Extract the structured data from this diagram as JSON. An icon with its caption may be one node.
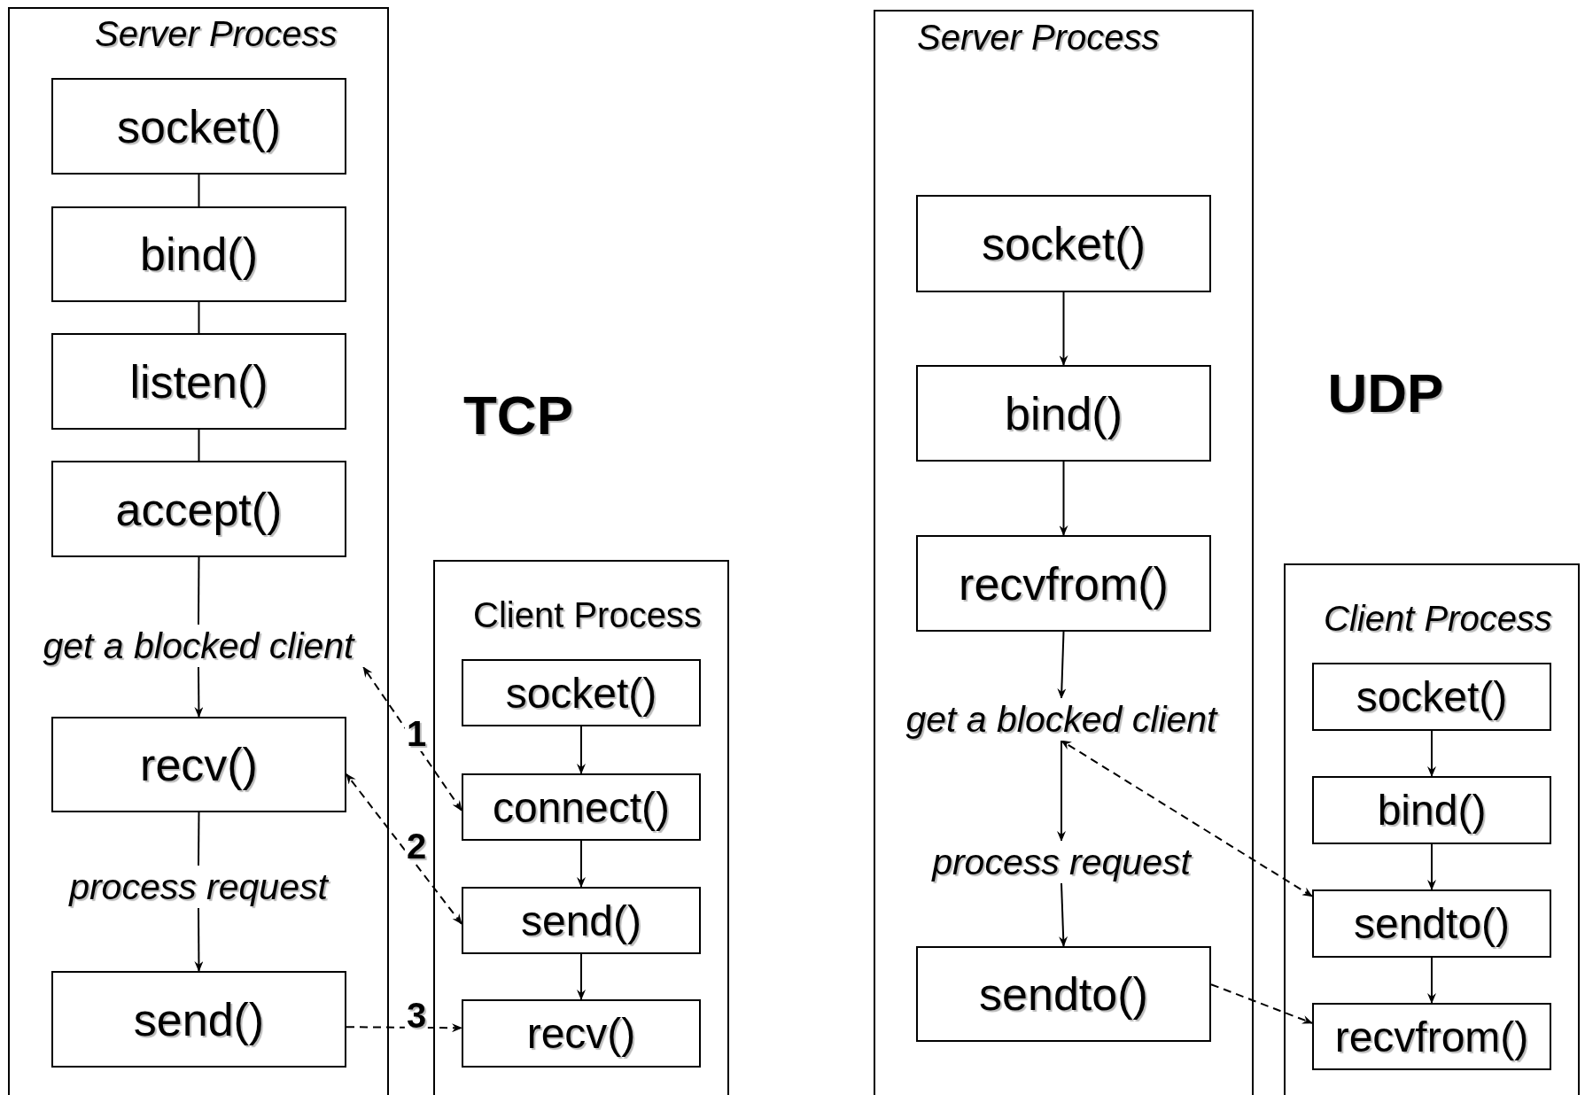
{
  "diagram": {
    "nodes": [
      {
        "text": [
          "Server Process"
        ]
      },
      {
        "text": [
          "socket()"
        ],
        "in": 0
      },
      {
        "text": [
          "bind()"
        ],
        "in": 0
      },
      {
        "text": [
          "listen()"
        ],
        "in": 0
      },
      {
        "text": [
          "accept()"
        ],
        "in": 0
      },
      {
        "text": [
          "get a blocked client"
        ],
        "in": 0
      },
      {
        "text": [
          "recv()"
        ],
        "in": 0
      },
      {
        "text": [
          "process request"
        ],
        "in": 0
      },
      {
        "text": [
          "send()"
        ],
        "in": 0
      },
      {
        "text": [
          "Client Process"
        ]
      },
      {
        "text": [
          "socket()"
        ],
        "in": 9
      },
      {
        "text": [
          "connect()"
        ],
        "in": 9
      },
      {
        "text": [
          "send()"
        ],
        "in": 9
      },
      {
        "text": [
          "recv()"
        ],
        "in": 9
      },
      {
        "text": [
          "Server Process"
        ]
      },
      {
        "text": [
          "socket()"
        ],
        "in": 14
      },
      {
        "text": [
          "bind()"
        ],
        "in": 14
      },
      {
        "text": [
          "recvfrom()"
        ],
        "in": 14
      },
      {
        "text": [
          "get a blocked client"
        ],
        "in": 14
      },
      {
        "text": [
          "process request"
        ],
        "in": 14
      },
      {
        "text": [
          "sendto()"
        ],
        "in": 14
      },
      {
        "text": [
          "Client Process"
        ]
      },
      {
        "text": [
          "socket()"
        ],
        "in": 21
      },
      {
        "text": [
          "bind()"
        ],
        "in": 21
      },
      {
        "text": [
          "sendto()"
        ],
        "in": 21
      },
      {
        "text": [
          "recvfrom()"
        ],
        "in": 21
      }
    ],
    "edges": [
      {
        "from": 1,
        "to": 2,
        "arrow": "none"
      },
      {
        "from": 2,
        "to": 3,
        "arrow": "none"
      },
      {
        "from": 3,
        "to": 4,
        "arrow": "none"
      },
      {
        "from": 4,
        "to": 5,
        "arrow": "none"
      },
      {
        "from": 5,
        "to": 6,
        "arrow": "to"
      },
      {
        "from": 6,
        "to": 7,
        "arrow": "none"
      },
      {
        "from": 7,
        "to": 8,
        "arrow": "to"
      },
      {
        "from": 10,
        "to": 11,
        "arrow": "to"
      },
      {
        "from": 11,
        "to": 12,
        "arrow": "to"
      },
      {
        "from": 12,
        "to": 13,
        "arrow": "to"
      },
      {
        "from": 11,
        "to": 5,
        "arrow": "both",
        "style": "dashed",
        "label": "1"
      },
      {
        "from": 12,
        "to": 6,
        "arrow": "both",
        "style": "dashed",
        "label": "2"
      },
      {
        "from": 8,
        "to": 13,
        "arrow": "to",
        "style": "dashed",
        "label": "3"
      },
      {
        "from": 15,
        "to": 16,
        "arrow": "to"
      },
      {
        "from": 16,
        "to": 17,
        "arrow": "to"
      },
      {
        "from": 17,
        "to": 18,
        "arrow": "to"
      },
      {
        "from": 18,
        "to": 19,
        "arrow": "to"
      },
      {
        "from": 19,
        "to": 20,
        "arrow": "to"
      },
      {
        "from": 24,
        "to": 18,
        "arrow": "both",
        "style": "dashed"
      },
      {
        "from": 20,
        "to": 25,
        "arrow": "to",
        "style": "dashed"
      },
      {
        "from": 22,
        "to": 23,
        "arrow": "to"
      },
      {
        "from": 23,
        "to": 24,
        "arrow": "to"
      },
      {
        "from": 24,
        "to": 25,
        "arrow": "to"
      }
    ],
    "labels": [
      "TCP",
      "UDP"
    ]
  }
}
